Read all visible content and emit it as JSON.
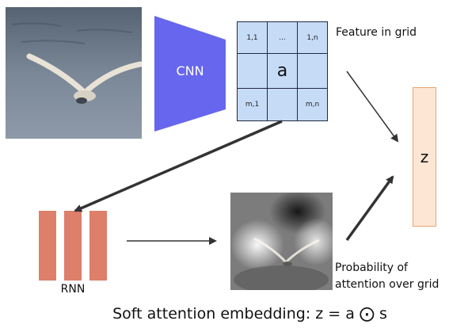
{
  "colors": {
    "cnn": "#6666ee",
    "grid_fill": "#c6dbf6",
    "grid_line": "#1f2a44",
    "z_fill": "#fde6d4",
    "z_stroke": "#e6a66f",
    "rnn": "#dd7f6a",
    "arrow": "#333333"
  },
  "cnn": {
    "label": "CNN"
  },
  "grid": {
    "title": "Feature in grid",
    "cells": {
      "top_left": "1,1",
      "top_mid": "...",
      "top_right": "1,n",
      "center": "a",
      "bottom_left": "m,1",
      "bottom_right": "m,n"
    }
  },
  "z_box": {
    "label": "z"
  },
  "rnn": {
    "label": "RNN"
  },
  "attention": {
    "caption_line1": "Probability of",
    "caption_line2": "attention over grid"
  },
  "formula": {
    "text": "Soft attention embedding: z = a ⨀ s"
  },
  "images": {
    "input": "bird-photo",
    "attention_map": "attention-heatmap"
  }
}
